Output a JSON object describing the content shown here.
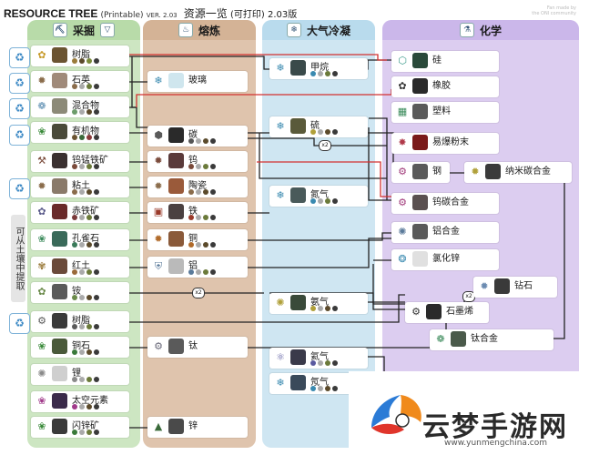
{
  "header": {
    "title": "RESOURCE TREE",
    "printable": "(Printable)",
    "ver": "VER. 2.03",
    "cn_title": "资源一览",
    "cn_printable": "(可打印)",
    "cn_ver": "2.03版"
  },
  "credit": "Fan made by\nthe ONI community",
  "columns": [
    {
      "id": "mining",
      "label": "采掘",
      "color": "#cde6c2"
    },
    {
      "id": "smelting",
      "label": "熔炼",
      "color": "#dfc4ad"
    },
    {
      "id": "atmos",
      "label": "大气冷凝",
      "color": "#cfe6f2"
    },
    {
      "id": "chem",
      "label": "化学",
      "color": "#dccdf0"
    }
  ],
  "side_label": "可从土壤中提取",
  "mult_label": "x2",
  "resources": {
    "resin": "树脂",
    "quartz": "石英",
    "mixture": "混合物",
    "organics": "有机物",
    "wolframite": "钨锰铁矿",
    "clay": "粘土",
    "hematite": "赤铁矿",
    "malachite": "孔雀石",
    "red_earth": "红土",
    "ammonium": "铵",
    "resin2": "树脂",
    "copper_ore": "铜石",
    "lithium": "锂",
    "space_element": "太空元素",
    "sphalerite": "闪锌矿",
    "glass": "玻璃",
    "carbon": "碳",
    "tungsten": "钨",
    "ceramic": "陶瓷",
    "iron": "铁",
    "copper": "铜",
    "aluminum": "铝",
    "titanium": "钛",
    "zinc": "锌",
    "methane": "甲烷",
    "sulfur": "硫",
    "nitrogen": "氮气",
    "ammonia": "氨气",
    "helium": "氦气",
    "neon": "氖气",
    "silicon": "硅",
    "rubber": "橡胶",
    "plastic": "塑料",
    "explosive": "易爆粉末",
    "steel": "钢",
    "nano_carbon_alloy": "纳米碳合金",
    "tungsten_carbide": "钨碳合金",
    "aluminum_alloy": "铝合金",
    "zinc_chloride": "氯化锌",
    "diamond": "钻石",
    "graphene": "石墨烯",
    "titanium_alloy": "钛合金"
  },
  "watermark": {
    "name": "云梦手游网",
    "url": "www.yunmengchina.com"
  }
}
